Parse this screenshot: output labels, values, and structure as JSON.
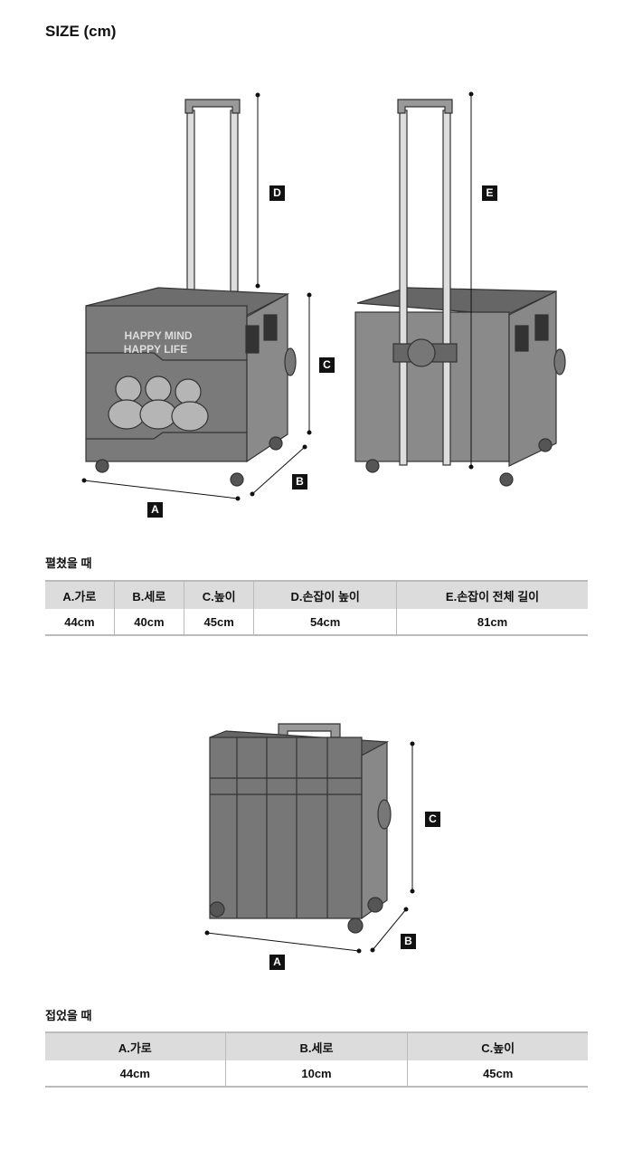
{
  "title": "SIZE (cm)",
  "cart_logo_text": [
    "HAPPY MIND",
    "HAPPY LIFE"
  ],
  "dimension_labels": {
    "a": "A",
    "b": "B",
    "c": "C",
    "d": "D",
    "e": "E"
  },
  "unfolded": {
    "heading": "펼쳤을 때",
    "headers": [
      "A.가로",
      "B.세로",
      "C.높이",
      "D.손잡이 높이",
      "E.손잡이 전체 길이"
    ],
    "values": [
      "44cm",
      "40cm",
      "45cm",
      "54cm",
      "81cm"
    ]
  },
  "folded": {
    "heading": "접었을 때",
    "headers": [
      "A.가로",
      "B.세로",
      "C.높이"
    ],
    "values": [
      "44cm",
      "10cm",
      "45cm"
    ]
  }
}
